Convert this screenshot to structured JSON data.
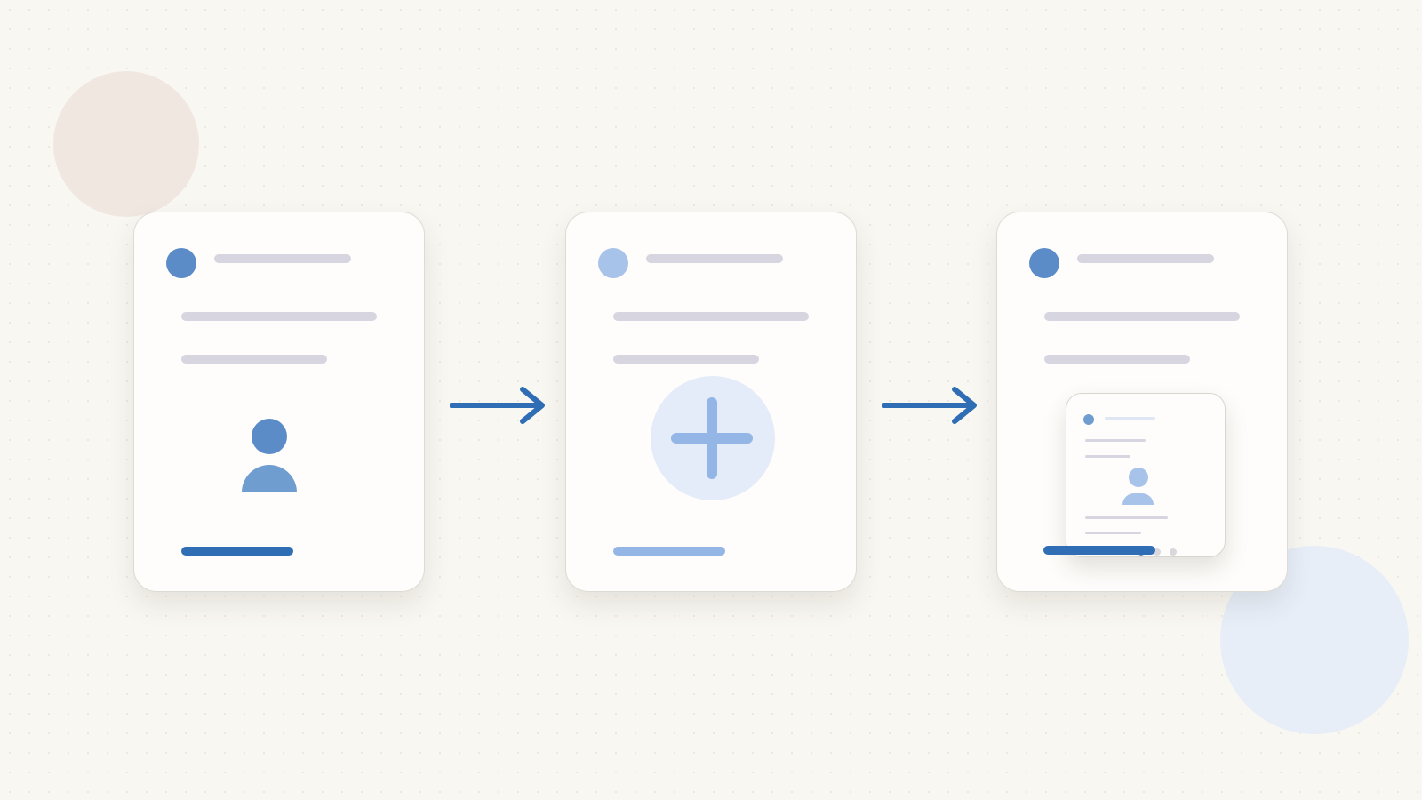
{
  "colors": {
    "background": "#f9f7f2",
    "card": "#fefdfb",
    "placeholder_bar": "#d7d5df",
    "primary": "#5b8cc8",
    "primary_dark": "#2f6eb5",
    "primary_light": "#a8c3ea",
    "plus_bg": "#e4ecf9",
    "plus_stroke": "#94b6e6",
    "user_body": "#6f9dd0",
    "blob_warm": "#f1e7e1",
    "blob_cool": "#e7eef8",
    "arrow": "#2f6eb5",
    "pager_inactive": "#dad8dc"
  },
  "diagram": {
    "type": "process-flow",
    "steps": [
      {
        "id": "profile-card",
        "icon": "user-icon",
        "avatar_state": "filled",
        "action_state": "active"
      },
      {
        "id": "add-card",
        "icon": "plus-icon",
        "avatar_state": "light",
        "action_state": "pending"
      },
      {
        "id": "result-card",
        "icon": "stacked-card-icon",
        "avatar_state": "filled",
        "action_state": "active"
      }
    ],
    "connectors": [
      "arrow-right-icon",
      "arrow-right-icon"
    ]
  }
}
